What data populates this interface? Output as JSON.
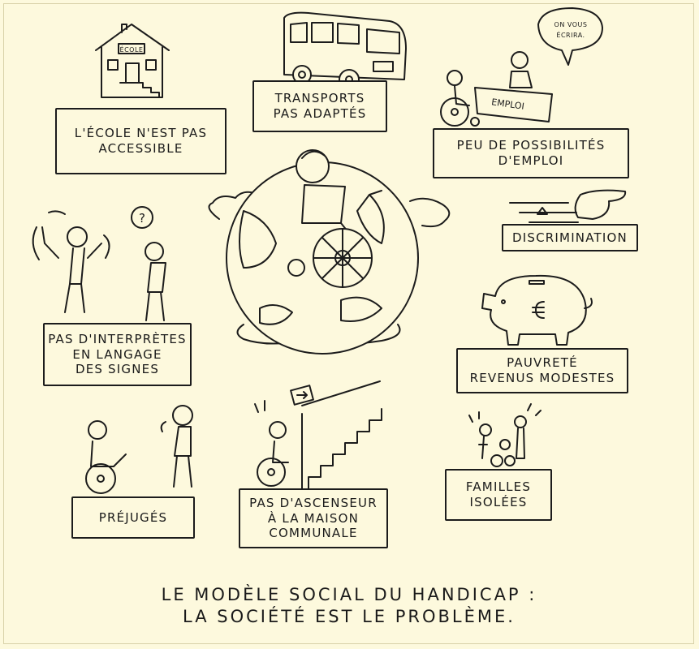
{
  "boxes": {
    "ecole": [
      "L'ÉCOLE N'EST PAS",
      "ACCESSIBLE"
    ],
    "transports": [
      "TRANSPORTS",
      "PAS ADAPTÉS"
    ],
    "emploi": [
      "PEU DE POSSIBILITÉS",
      "D'EMPLOI"
    ],
    "discrimination": [
      "DISCRIMINATION"
    ],
    "interpretes": [
      "PAS D'INTERPRÈTES",
      "EN LANGAGE",
      "DES SIGNES"
    ],
    "pauvrete": [
      "PAUVRETÉ",
      "REVENUS MODESTES"
    ],
    "prejuges": [
      "PRÉJUGÉS"
    ],
    "ascenseur": [
      "PAS D'ASCENSEUR",
      "À LA MAISON",
      "COMMUNALE"
    ],
    "familles": [
      "FAMILLES",
      "ISOLÉES"
    ]
  },
  "signs": {
    "school": "ÉCOLE",
    "desk": "EMPLOI",
    "speech": [
      "ON VOUS",
      "ÉCRIRA."
    ],
    "question": "?"
  },
  "caption": [
    "LE MODÈLE SOCIAL DU HANDICAP :",
    "LA SOCIÉTÉ EST LE PROBLÈME."
  ]
}
